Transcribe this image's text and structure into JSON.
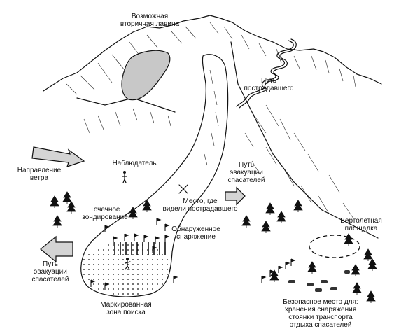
{
  "labels": {
    "secondary_avalanche": [
      "Возможная",
      "вторичная лавина"
    ],
    "victim_path": [
      "Путь",
      "пострадавшего"
    ],
    "wind_direction": [
      "Направление",
      "ветра"
    ],
    "observer": [
      "Наблюдатель"
    ],
    "evacuation_right": [
      "Путь",
      "эвакуации",
      "спасателей"
    ],
    "last_seen": [
      "Место, где",
      "видели пострадавшего"
    ],
    "point_probing": [
      "Точечное",
      "зондирование"
    ],
    "found_gear": [
      "Обнаруженное",
      "снаряжение"
    ],
    "helipad": [
      "Вертолетная",
      "площадка"
    ],
    "evacuation_left": [
      "Путь",
      "эвакуации",
      "спасателей"
    ],
    "search_zone": [
      "Маркированная",
      "зона поиска"
    ],
    "safe_place": [
      "Безопасное место для:",
      "хранения снаряжения",
      "стоянки транспорта",
      "отдыха спасателей"
    ]
  },
  "icons": {
    "wind_arrow": "wind-arrow-icon",
    "evac_arrow_right": "arrow-right-icon",
    "evac_arrow_left": "arrow-left-icon",
    "observer": "person-icon",
    "rescuer": "person-icon",
    "crossed_skis": "crossed-skis-icon",
    "flags": "flag-icon",
    "trees": "fir-tree-icon",
    "vehicles": "car-icon"
  },
  "colors": {
    "ink": "#111111",
    "lake": "#c8c8c8",
    "arrow_fill": "#d4d4d4"
  }
}
